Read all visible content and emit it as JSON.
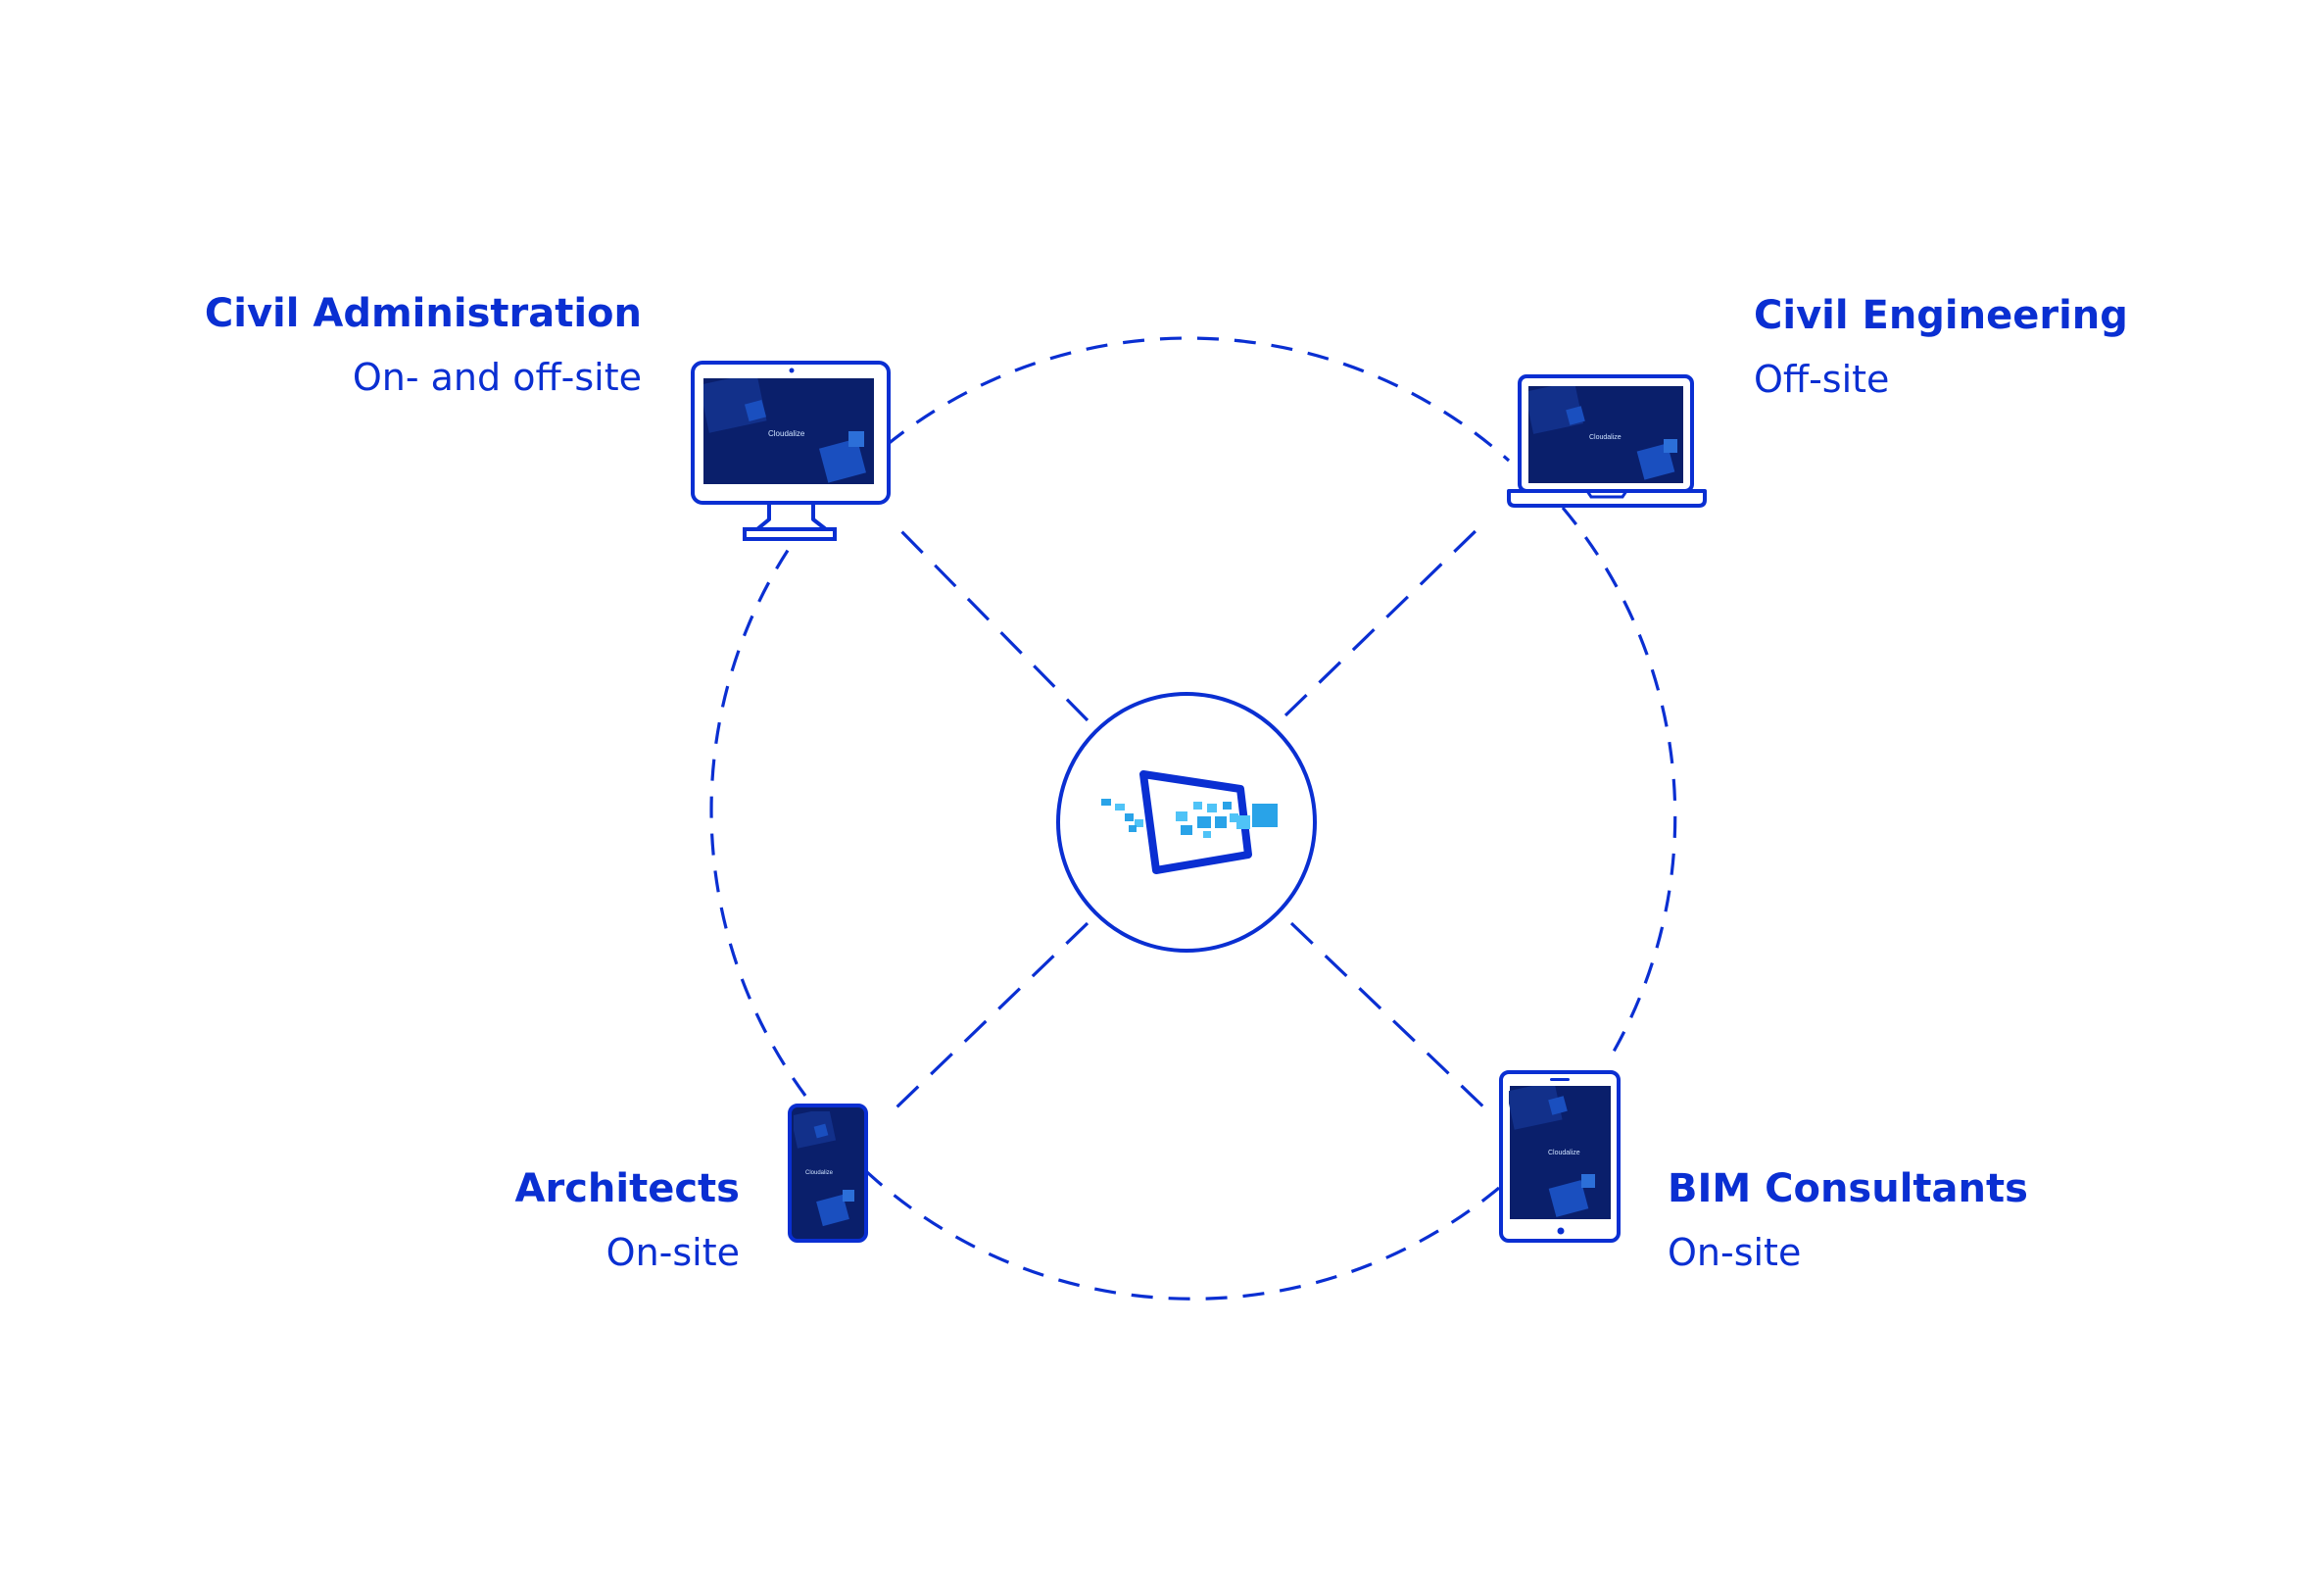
{
  "colors": {
    "primary": "#0a2fd2",
    "screen": "#0a1f6b",
    "screen_accent": "#1a4fbf",
    "pixel_light": "#4fc3f7",
    "pixel_mid": "#29a3e8",
    "background": "#ffffff"
  },
  "nodes": [
    {
      "id": "civil-administration",
      "title": "Civil Administration",
      "subtitle": "On- and off-site",
      "device": "desktop-monitor-icon",
      "screen_text": "Cloudalize"
    },
    {
      "id": "civil-engineering",
      "title": "Civil Engineering",
      "subtitle": "Off-site",
      "device": "laptop-icon",
      "screen_text": "Cloudalize"
    },
    {
      "id": "architects",
      "title": "Architects",
      "subtitle": "On-site",
      "device": "smartphone-icon",
      "screen_text": "Cloudalize"
    },
    {
      "id": "bim-consultants",
      "title": "BIM Consultants",
      "subtitle": "On-site",
      "device": "tablet-icon",
      "screen_text": "Cloudalize"
    }
  ],
  "hub": {
    "icon": "cloudalize-logo-icon"
  },
  "edges": [
    {
      "from": "hub",
      "to": "civil-administration",
      "style": "dashed"
    },
    {
      "from": "hub",
      "to": "civil-engineering",
      "style": "dashed"
    },
    {
      "from": "hub",
      "to": "architects",
      "style": "dashed"
    },
    {
      "from": "hub",
      "to": "bim-consultants",
      "style": "dashed"
    },
    {
      "from": "civil-administration",
      "to": "civil-engineering",
      "style": "dashed-arc"
    },
    {
      "from": "civil-engineering",
      "to": "bim-consultants",
      "style": "dashed-arc"
    },
    {
      "from": "bim-consultants",
      "to": "architects",
      "style": "dashed-arc"
    },
    {
      "from": "architects",
      "to": "civil-administration",
      "style": "dashed-arc"
    }
  ]
}
